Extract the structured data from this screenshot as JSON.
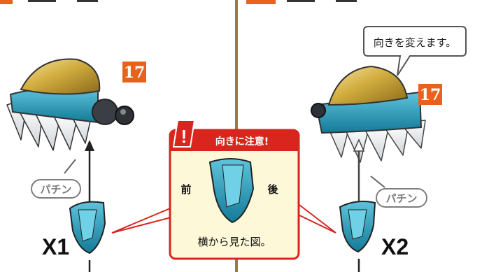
{
  "left_panel": {
    "step_number": "17",
    "click_label": "パチン",
    "quantity": "X1"
  },
  "right_panel": {
    "step_number": "17",
    "click_label": "パチン",
    "quantity": "X2",
    "callout": "向きを変えます。"
  },
  "notice": {
    "title": "向きに注意!",
    "front_label": "前",
    "back_label": "後",
    "caption": "横から見た図。"
  },
  "colors": {
    "accent_orange": "#e8621e",
    "warning_red": "#d8261f",
    "teal": "#1d93b5",
    "gold": "#c8a431",
    "divider": "#a07a3c"
  }
}
